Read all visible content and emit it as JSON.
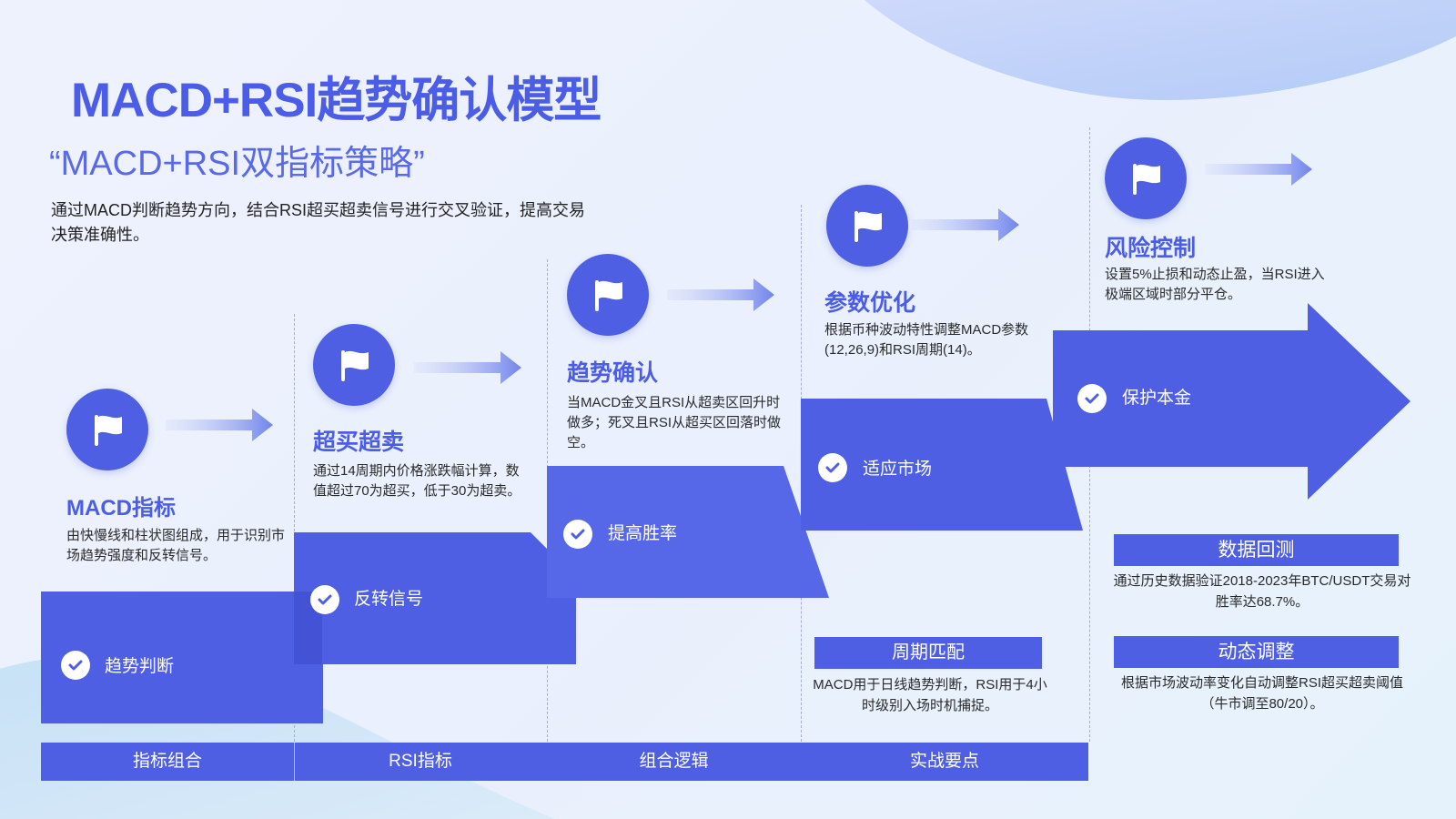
{
  "header": {
    "title": "MACD+RSI趋势确认模型",
    "subtitle": "“MACD+RSI双指标策略”",
    "intro": "通过MACD判断趋势方向，结合RSI超买超卖信号进行交叉验证，提高交易决策准确性。"
  },
  "stages": [
    {
      "title": "MACD指标",
      "desc": "由快慢线和柱状图组成，用于识别市场趋势强度和反转信号。",
      "step": "趋势判断",
      "icon": "flag-icon"
    },
    {
      "title": "超买超卖",
      "desc": "通过14周期内价格涨跌幅计算，数值超过70为超买，低于30为超卖。",
      "step": "反转信号",
      "icon": "flag-icon"
    },
    {
      "title": "趋势确认",
      "desc": "当MACD金叉且RSI从超卖区回升时做多；死叉且RSI从超买区回落时做空。",
      "step": "提高胜率",
      "icon": "flag-icon"
    },
    {
      "title": "参数优化",
      "desc": "根据币种波动特性调整MACD参数(12,26,9)和RSI周期(14)。",
      "step": "适应市场",
      "icon": "flag-icon"
    },
    {
      "title": "风险控制",
      "desc": "设置5%止损和动态止盈，当RSI进入极端区域时部分平仓。",
      "step": "保护本金",
      "icon": "flag-icon"
    }
  ],
  "bottom_bar": [
    "指标组合",
    "RSI指标",
    "组合逻辑",
    "实战要点"
  ],
  "period_box": {
    "title": "周期匹配",
    "text": "MACD用于日线趋势判断，RSI用于4小时级别入场时机捕捉。"
  },
  "side_panels": [
    {
      "title": "数据回测",
      "text": "通过历史数据验证2018-2023年BTC/USDT交易对胜率达68.7%。"
    },
    {
      "title": "动态调整",
      "text": "根据市场波动率变化自动调整RSI超买超卖阈值（牛市调至80/20）。"
    }
  ],
  "colors": {
    "accent": "#4f5fe3",
    "title": "#4b5ce6",
    "background": "#eef2fd"
  }
}
